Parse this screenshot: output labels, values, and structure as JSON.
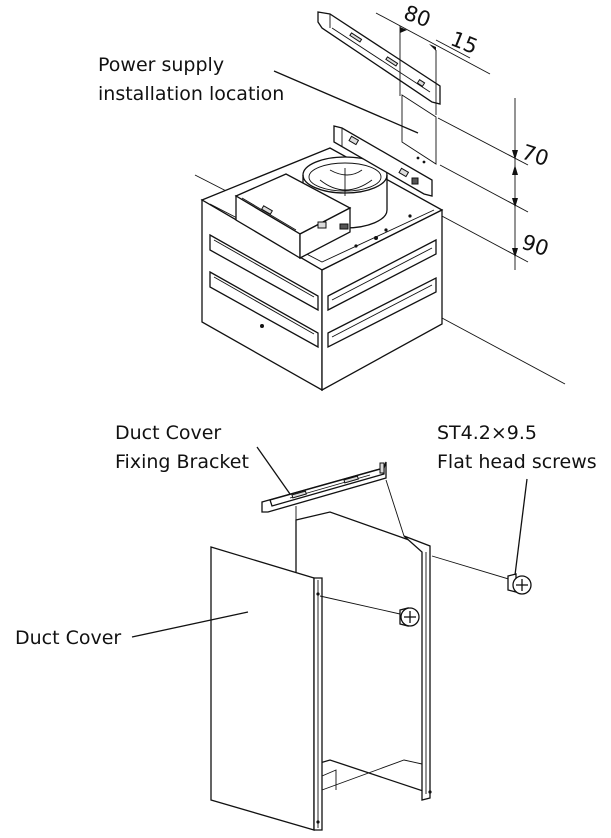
{
  "labels": {
    "power_supply_line1": "Power supply",
    "power_supply_line2": "installation location",
    "bracket_line1": "Duct Cover",
    "bracket_line2": "Fixing Bracket",
    "screws_line1": "ST4.2×9.5",
    "screws_line2": "Flat head screws",
    "duct_cover": "Duct Cover"
  },
  "dimensions": {
    "d80": "80",
    "d15": "15",
    "d70": "70",
    "d90": "90"
  }
}
